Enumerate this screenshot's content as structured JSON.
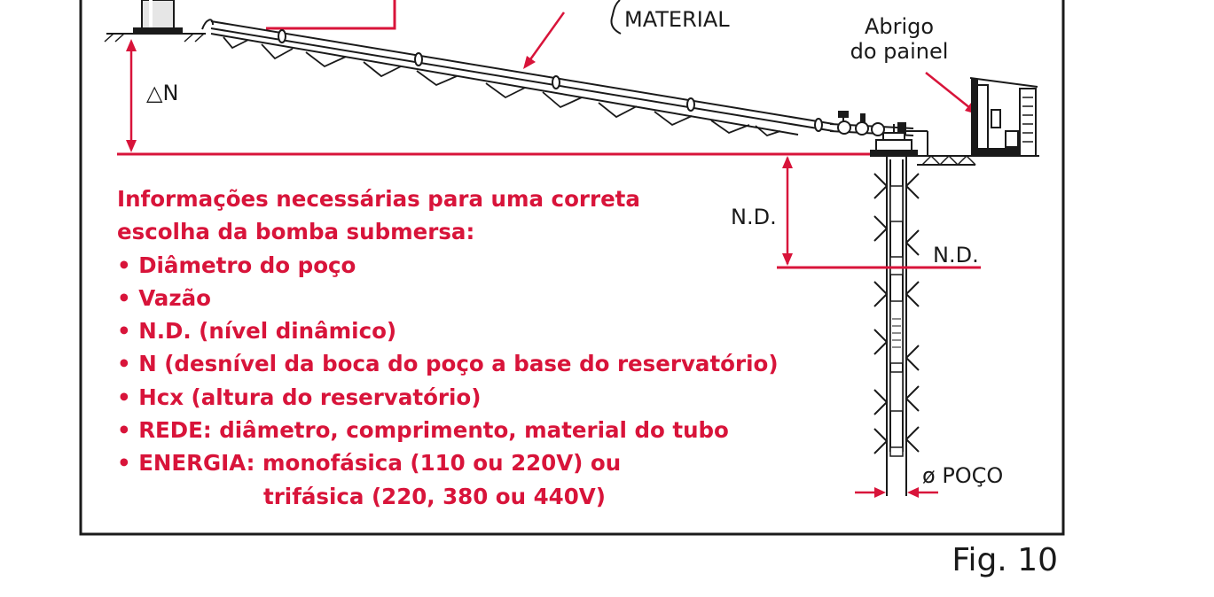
{
  "labels": {
    "material": "MATERIAL",
    "shelter_line1": "Abrigo",
    "shelter_line2": "do painel",
    "delta_n": "△N",
    "nd_left": "N.D.",
    "nd_right": "N.D.",
    "well_diameter": "ø POÇO"
  },
  "info": {
    "heading_line1": "Informações necessárias para uma correta",
    "heading_line2": "escolha da bomba submersa:",
    "items": [
      "• Diâmetro do poço",
      "• Vazão",
      "• N.D. (nível dinâmico)",
      "• N (desnível da boca do poço a base do reservatório)",
      "• Hcx (altura do reservatório)",
      "• REDE: diâmetro, comprimento, material do tubo",
      "• ENERGIA: monofásica (110 ou 220V) ou"
    ],
    "energy_continuation": "trifásica (220, 380 ou 440V)"
  },
  "figure_label": "Fig. 10",
  "colors": {
    "accent": "#d8143a",
    "ink": "#1a1a1a"
  }
}
